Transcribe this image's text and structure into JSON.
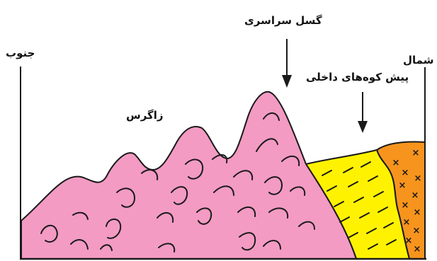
{
  "labels": {
    "south": "جنوب",
    "north": "شمال",
    "main_fault": "گسل سراسری",
    "inner_foredeep": "پیش کوه‌های داخلی",
    "zagros": "زاگرس"
  },
  "colors": {
    "zagros_fill": "#f39bc3",
    "foredeep_fill": "#fff200",
    "north_block_fill": "#f7941d",
    "stroke": "#1a1a1a",
    "background": "#ffffff"
  }
}
